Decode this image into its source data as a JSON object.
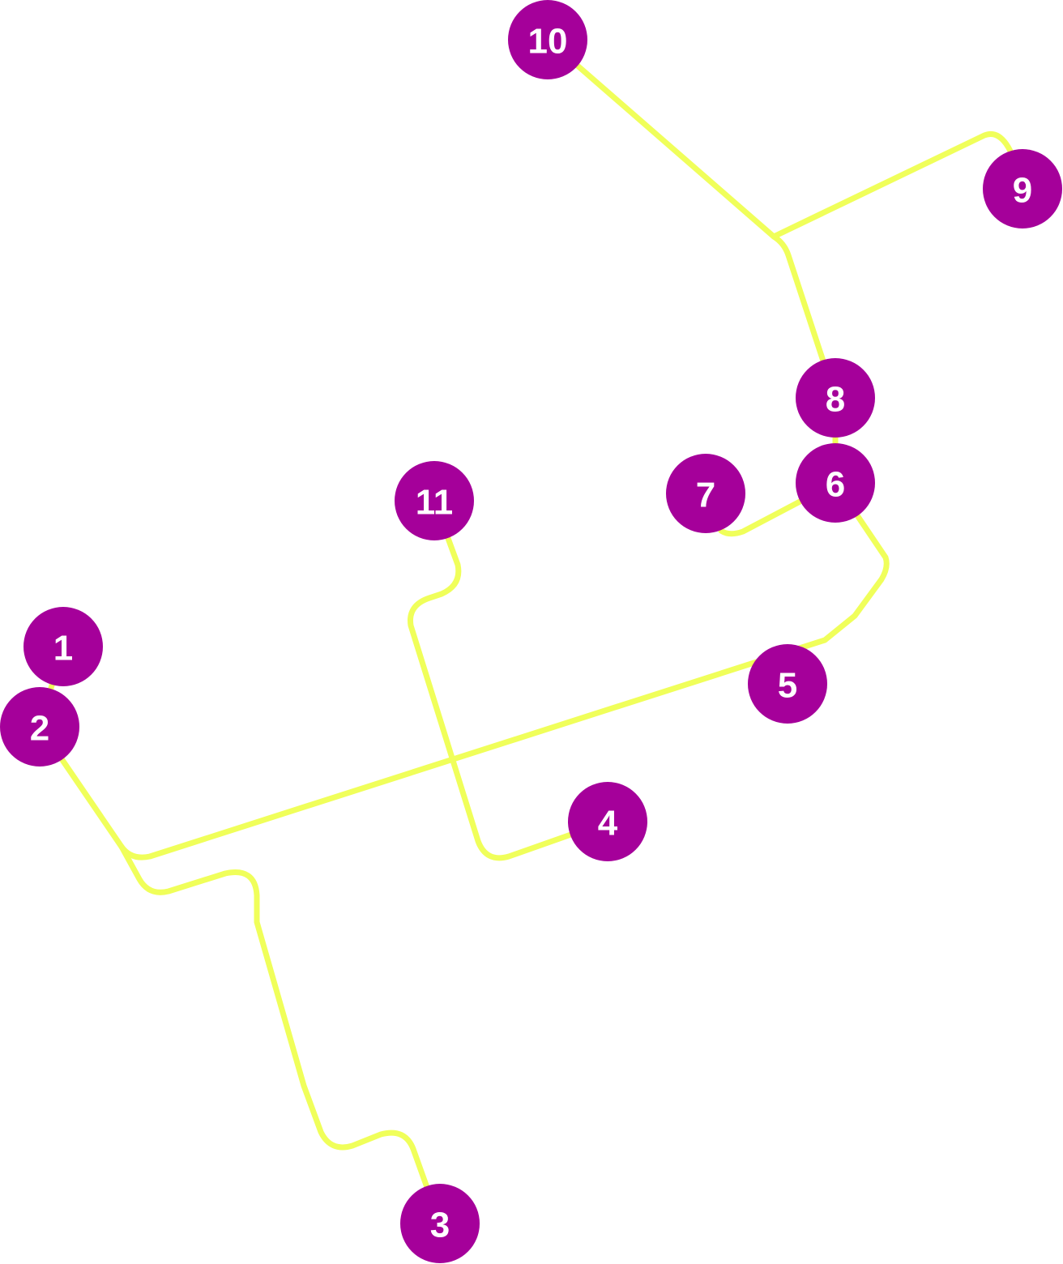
{
  "colors": {
    "edge": "#f0ff5a",
    "node": "#a5009a",
    "label": "#ffffff"
  },
  "nodes": [
    {
      "id": 1,
      "label": "1"
    },
    {
      "id": 2,
      "label": "2"
    },
    {
      "id": 3,
      "label": "3"
    },
    {
      "id": 4,
      "label": "4"
    },
    {
      "id": 5,
      "label": "5"
    },
    {
      "id": 6,
      "label": "6"
    },
    {
      "id": 7,
      "label": "7"
    },
    {
      "id": 8,
      "label": "8"
    },
    {
      "id": 9,
      "label": "9"
    },
    {
      "id": 10,
      "label": "10"
    },
    {
      "id": 11,
      "label": "11"
    }
  ],
  "edges": [
    {
      "from": 1,
      "to": 2
    },
    {
      "from": 2,
      "to": 5
    },
    {
      "from": 2,
      "to": 3
    },
    {
      "from": 4,
      "to": 11
    },
    {
      "from": 5,
      "to": 6
    },
    {
      "from": 6,
      "to": 7
    },
    {
      "from": 6,
      "to": 8
    },
    {
      "from": 8,
      "to": 10
    },
    {
      "from": 8,
      "to": 9
    }
  ]
}
